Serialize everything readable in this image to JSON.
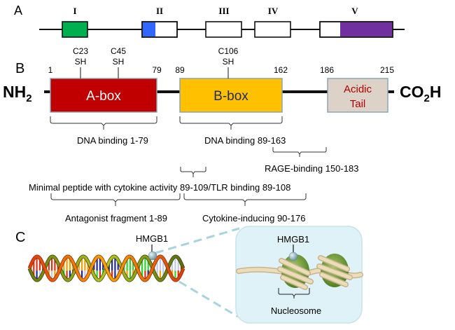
{
  "panels": {
    "a": {
      "label": "A",
      "exons": [
        {
          "numeral": "I",
          "colored_part": "full",
          "color": "#00b050"
        },
        {
          "numeral": "II",
          "colored_part": "left",
          "color": "#3366ff"
        },
        {
          "numeral": "III",
          "colored_part": "none",
          "color": "#ffffff"
        },
        {
          "numeral": "IV",
          "colored_part": "none",
          "color": "#ffffff"
        },
        {
          "numeral": "V",
          "colored_part": "right",
          "color": "#7030a0"
        }
      ]
    },
    "b": {
      "label": "B",
      "n_terminus": "NH",
      "n_terminus_sub": "2",
      "c_terminus_a": "CO",
      "c_terminus_sub": "2",
      "c_terminus_b": "H",
      "domains": [
        {
          "name": "A-box",
          "start": "1",
          "end": "79",
          "color": "#c00000",
          "text_color": "#ffffff"
        },
        {
          "name": "B-box",
          "start": "89",
          "end": "162",
          "color": "#ffc000",
          "text_color": "#1f2a5a"
        },
        {
          "name_line1": "Acidic",
          "name_line2": "Tail",
          "start": "186",
          "end": "215",
          "color": "#ddd2c8",
          "text_color": "#b00000"
        }
      ],
      "cysteines": [
        {
          "residue": "C23",
          "group": "SH"
        },
        {
          "residue": "C45",
          "group": "SH"
        },
        {
          "residue": "C106",
          "group": "SH"
        }
      ],
      "regions": {
        "dna_binding_a": "DNA binding 1-79",
        "dna_binding_b": "DNA binding 89-163",
        "rage_binding": "RAGE-binding 150-183",
        "minimal_peptide": "Minimal peptide with cytokine activity 89-109/TLR binding 89-108",
        "antagonist": "Antagonist fragment 1-89",
        "cytokine_inducing": "Cytokine-inducing 90-176"
      }
    },
    "c": {
      "label": "C",
      "dna_protein_label": "HMGB1",
      "inset_protein_label": "HMGB1",
      "inset_structure_label": "Nucleosome"
    }
  }
}
